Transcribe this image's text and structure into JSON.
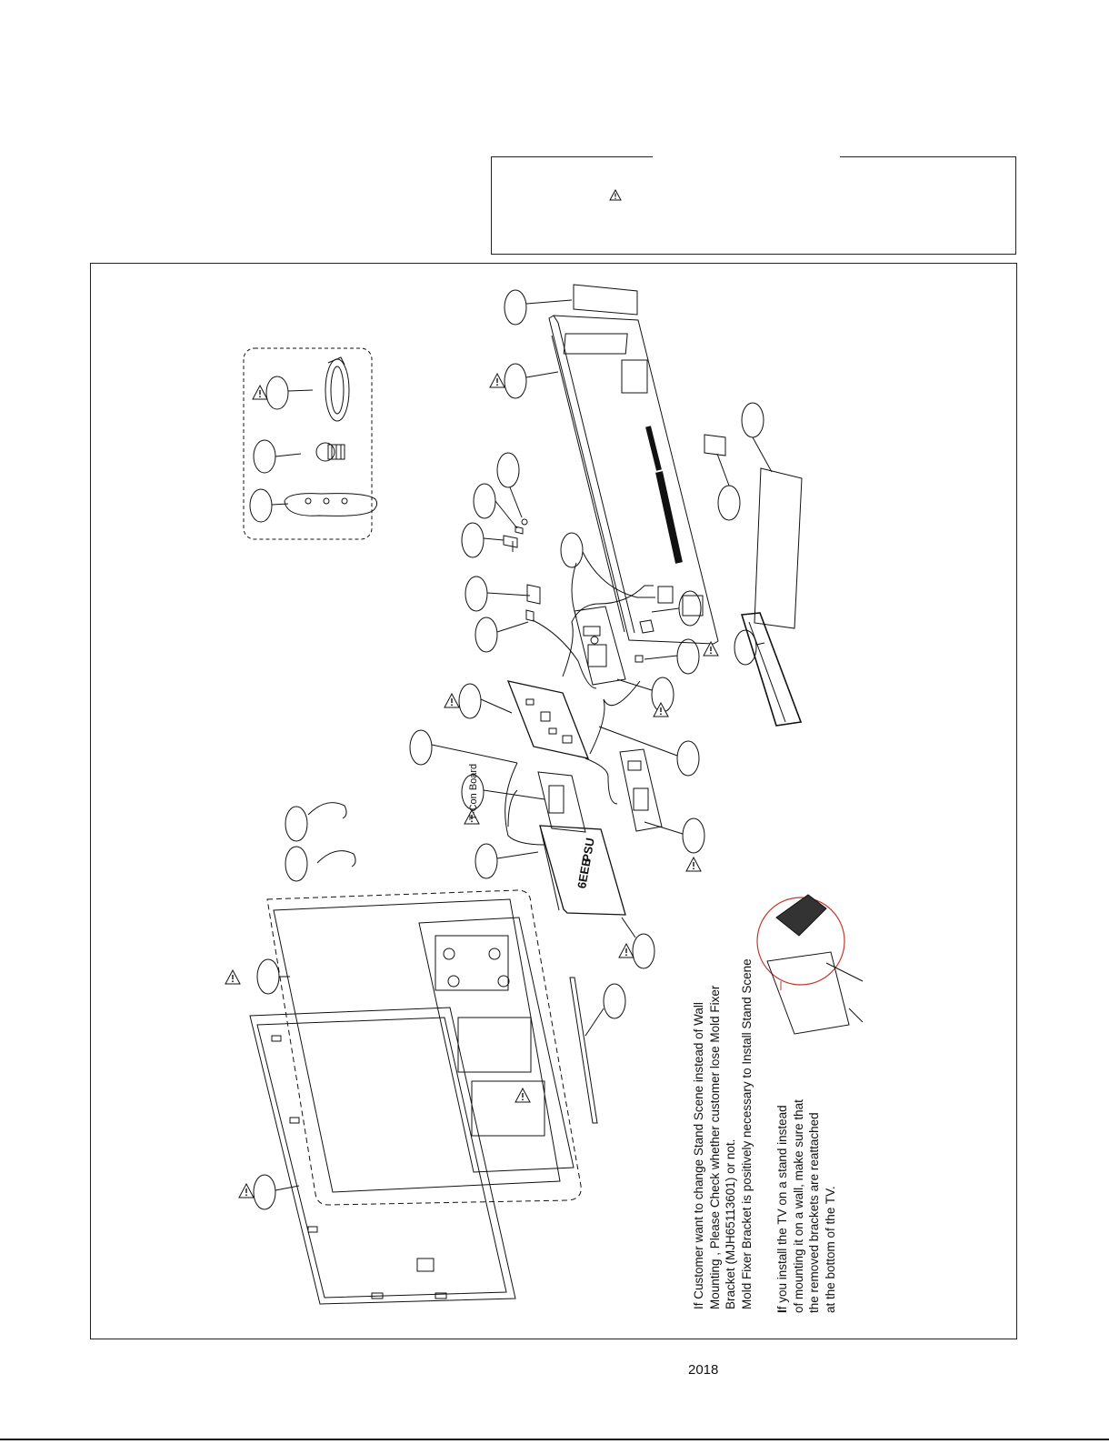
{
  "diagram": {
    "tcon_label": "T-Con Board",
    "psu_label": "PSU",
    "psu_code": "6EEB"
  },
  "notes": {
    "stand_scene": "If Customer want to change Stand Scene instead of Wall\nMounting , Please Check whether customer lose Mold Fixer\nBracket (MJH65113601) or not.\nMold Fixer Bracket is positively necessary to Install Stand Scene",
    "install_first_letter": "I",
    "install_rest": "f you install the TV on a stand instead\nof mounting it on a wall, make sure that\nthe removed brackets are reattached\nat the bottom of the TV."
  },
  "footer": {
    "year": "2018"
  }
}
